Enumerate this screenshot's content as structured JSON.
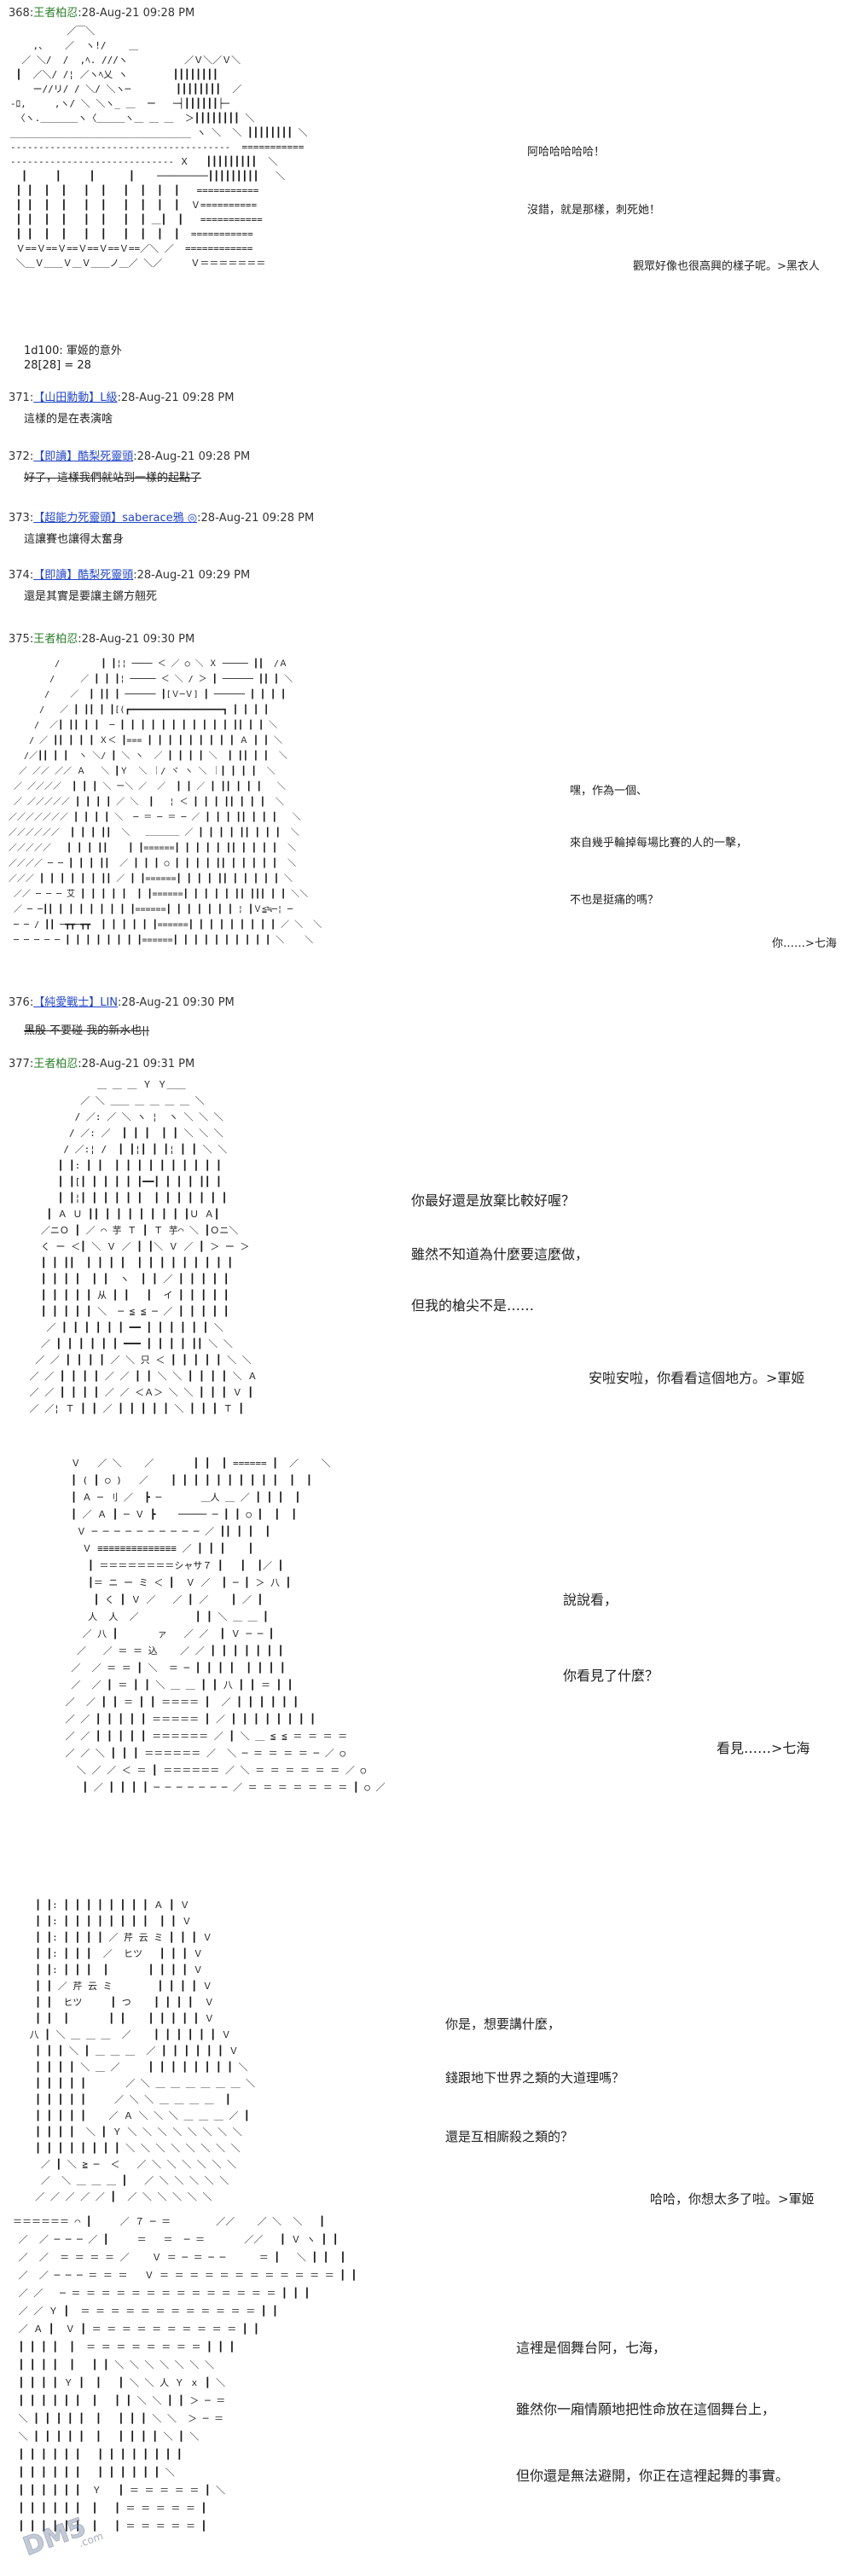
{
  "posts": [
    {
      "num": "368:",
      "name": "王者柏忍",
      "date": ":28-Aug-21 09:28 PM"
    },
    {
      "num": "371:",
      "name": "【山田勳動】L級",
      "date": ":28-Aug-21 09:28 PM",
      "body": "這樣的是在表演啥"
    },
    {
      "num": "372:",
      "name": "【即讀】酷梨死靈頭",
      "date": ":28-Aug-21 09:28 PM",
      "body": "好了，這樣我們就站到一樣的起點了"
    },
    {
      "num": "373:",
      "name": "【超能力死靈頭】",
      "trip": "saberace鴉 ◎",
      "date": ":28-Aug-21 09:28 PM",
      "body": "這讓賽也讓得太奮身"
    },
    {
      "num": "374:",
      "name": "【即讀】酷梨死靈頭",
      "date": ":28-Aug-21 09:29 PM",
      "body": "還是其實是要讓主鏘方翹死"
    },
    {
      "num": "375:",
      "name": "王者柏忍",
      "date": ":28-Aug-21 09:30 PM"
    },
    {
      "num": "376:",
      "name": "【純愛戰士】LIN",
      "date": ":28-Aug-21 09:30 PM",
      "body": "黑殷 不要碰 我的新水也¦¦"
    },
    {
      "num": "377:",
      "name": "王者柏忍",
      "date": ":28-Aug-21 09:31 PM"
    }
  ],
  "post368": {
    "dice": "1d100: 軍姬的意外",
    "dice_result": "28[28] = 28",
    "lines": [
      "阿哈哈哈哈哈！",
      "沒錯，就是那樣，刺死她！",
      "觀眾好像也很高興的樣子呢。>黑衣人"
    ]
  },
  "post375": {
    "lines": [
      "嘿，作為一個、",
      "來自幾乎輪掉每場比賽的人的一擊，",
      "不也是挺痛的嗎？",
      "你……>七海"
    ]
  },
  "post377": {
    "scene1": [
      "你最好還是放棄比較好喔？",
      "雖然不知道為什麼要這麼做，",
      "但我的槍尖不是……",
      "安啦安啦，你看看這個地方。>軍姬"
    ],
    "scene2": [
      "說說看，",
      "你看見了什麼？",
      "看見……>七海"
    ],
    "scene3": [
      "你是，想要講什麼，",
      "錢跟地下世界之類的大道理嗎？",
      "還是互相廝殺之類的？",
      "哈哈，你想太多了啦。>軍姬"
    ],
    "scene4": [
      "這裡是個舞台阿，七海，",
      "雖然你一廂情願地把性命放在這個舞台上，",
      "但你還是無法避開，你正在這裡起舞的事實。"
    ]
  },
  "aa_blocks": {
    "aa1": "          ／￣＼\n    ,、   ／  ヽ!/    ＿\n  ／ ＼/  /  ,ﾍ. ///ヽ          ／Ｖ＼／Ｖ＼\n ┃  ／＼/ /¦ ／ヽﾍ乂 ヽ        ┃┃┃┃┃┃┃┃\n    ー//リ/ / ＼/ ＼ヽ─        ┃┃┃┃┃┃┃┃  ／\n-ﾛ,     ,ヽ/ ＼ ＼ヽ_ ＿  ー   ─┤┃┃┃┃┃┃├─\n 〈ヽ.＿＿＿＿ヽ〈＿＿＿ヽ＿ ＿ ＿  ＞┃┃┃┃┃┃┃┃ ＼\n________________________________ ヽ ＼  ＼ ┃┃┃┃┃┃┃┃ ＼\n---------------------------------------  ===========\n----------------------------- Ｘ   ┃┃┃┃┃┃┃┃┃  ＼\n  ┃     ┃     ┃      ┃    ─────────┃┃┃┃┃┃┃┃┃   ＼\n ┃ ┃  ┃  ┃   ┃  ┃   ┃  ┃  ┃  ┃   ===========\n ┃ ┃  ┃  ┃   ┃  ┃   ┃  ┃  ┃  ┃  Ｖ==========\n ┃ ┃  ┃  ┃   ┃  ┃   ┃  ┃ ＿┃  ┃   ===========\n ┃ ┃  ┃  ┃   ┃  ┃   ┃  ┃  ┃  ┃  ===========\n Ｖ==Ｖ==Ｖ==Ｖ==Ｖ==Ｖ==／＼ ／  ============\n ＼＿Ｖ＿＿Ｖ＿Ｖ＿＿ノ＿／ ＼／     Ｖ＝＝＝＝＝＝＝",
    "aa2": "         /        ┃ ┃¦¦ ──── ＜ ／ ○ ＼ Ｘ ───── ┃┃  /Ａ\n        /     ／ ┃ ┃ ┃¦ ───── ＜ ＼ / ＞ ┃ ────── ┃┃ ┃ ＼\n       /    ／  ┃ ┃┃ ┃ ────── ┃[Ｖ─Ｖ] ┃ ────── ┃ ┃ ┃ ┃\n      /   ／ ┃ ┃┃ ┃ ┃[(┏━━━━━━━━━━━━━━━━━━┓ ┃ ┃ ┃ ┃\n     /  ／┃ ┃┃ ┃ ┃  ─ ┃ ┃ ┃ ┃ ┃ ┃ ┃ ┃ ┃ ┃ ┃ ┃┃ ┃ ┃ ＼\n    / ／ ┃┃ ┃ ┃ ┃ Ｘ＜ ┃=== ┃ ┃ ┃ ┃ ┃ ┃ ┃ ┃ ┃ Ａ ┃ ┃ ＼\n   /／┃┃ ┃ ┃  ヽ ＼/ ┃ ＼ ヽ  ／ ┃ ┃ ┃ ┃ ＼  ┃ ┃┃ ┃ ┃  ＼\n  ／ ／／ ／／ Ａ   ＼ ┃Ｙ  ＼ ｜/ ヾ ヽ ＼ ｜┃ ┃ ┃ ┃  ＼\n ／ ／／／／  ┃ ┃ ┃ ＼ ー＼ ／  ／  ┃ ┃ ／ ┃ ┃┃ ┃ ┃ ┃   ＼\n ／ ／／／／／ ┃ ┃ ┃ ┃ ／ ＼  ┃   ¦ ＜ ┃ ┃ ┃ ┃┃ ┃ ┃ ┃  ＼\n／／／／／／／ ┃ ┃ ┃ ┃ ＼  ─ ＝ ─ ＝ ─ ／ ┃ ┃ ┃ ┃┃ ┃ ┃ ┃   ＼\n／／／／／／  ┃ ┃ ┃ ┃┃  ＼   ＿＿＿＿ ／ ┃ ┃ ┃ ┃ ┃┃ ┃ ┃ ┃  ＼\n／／／／／   ┃ ┃ ┃ ┃┃    ┃ ┃======┃ ┃ ┃ ┃ ┃ ┃┃ ┃ ┃ ┃ ┃  ＼\n／／／／ ─ ─ ┃ ┃ ┃ ┃┃  ／ ┃ ┃ ┃ ○ ┃ ┃ ┃ ┃ ┃┃ ┃ ┃ ┃ ┃ ┃  ＼\n／／／ ┃ ┃ ┃ ┃ ┃ ┃ ┃┃ ／ ┃ ┃======┃ ┃ ┃ ┃ ┃┃ ┃ ┃ ┃ ┃ ┃ ＼\n ／／ ─ ─ ─ 艾 ┃ ┃ ┃ ┃ ┃  ┃ ┃======┃ ┃ ┃ ┃ ┃ ┃┃ ┃┃┃ ┃ ┃ ＼＼\n ／ ─ ─┃┃ ┃ ┃ ┃ ┃ ┃ ┃ ┃ ┃======┃ ┃ ┃ ┃ ┃ ┃ ┃ ¦ ┃Ｖ≦≒─¦ ─\n ─ ─ / ┃┃ ─┳┳─┳┳  ┃ ┃ ┃ ┃ ┃ ┃======┃ ┃ ┃ ┃ ┃ ┃ ┃ ┃ ┃ ／ ＼  ＼\n ─ ─ ─ ─ ─ ┃ ┃ ┃ ┃ ┃ ┃ ┃ ┃======┃ ┃ ┃ ┃ ┃ ┃ ┃ ┃ ┃ ┃ ＼    ＼",
    "aa3": "             ＿ ＿ ＿ Ｙ Ｙ＿＿\n          ／ ＼ ＿＿ ＿ ＿ ＿ ＿ ＼\n         / ／: ／ ＼ ヽ ¦  ヽ ＼ ＼ ＼\n        / ／: ／  ┃ ┃ ┃  ┃ ┃ ＼ ＼ ＼\n       / ／:¦ /  ┃ ┃¦┃ ┃ ┃¦ ┃ ┃ ＼ ＼\n      ┃ ┃: ┃ ┃  ┃ ┃ ┃ ┃ ┃ ┃ ┃ ┃ ┃ ┃\n      ┃ ┃[┃ ┃ ┃ ┃ ┃ ┃━━┃ ┃ ┃ ┃ ┃┃ ┃\n      ┃ ┃¦┃ ┃ ┃ ┃ ┃ ┃  ┃ ┃ ┃ ┃ ┃ ┃ ┃\n    ┃ Ａ Ｕ ┃┃ ┃ ┃ ┃ ┃ ┃ ┃ ┃ ┃Ｕ Ａ┃\n   ／ニＯ ┃ ／ ⌒ 芋 Ｔ ┃ Ｔ 芋⌒ ＼ ┃Ｏニ＼\n   く ー ＜┃ ＼ Ｖ ／ ┃ ┃＼ Ｖ ／ ┃ ＞ ー ＞\n   ┃ ┃ ┃┃  ┃ ┃ ┃ ┃  ┃ ┃ ┃ ┃ ┃ ┃ ┃ ┃ ┃\n   ┃ ┃ ┃ ┃  ┃ ┃  ヽ  ┃ ┃ ／ ┃ ┃ ┃ ┃ ┃\n   ┃ ┃ ┃ ┃ ┃ 从 ┃ ┃   ┃  イ ┃ ┃ ┃ ┃ ┃\n   ┃ ┃ ┃ ┃ ┃ ＼  ─ ≦ ≦ ─ ／ ┃ ┃ ┃ ┃ ┃\n    ／ ┃ ┃ ┃ ┃ ┃ ┃ ━━ ┃ ┃ ┃ ┃ ┃ ┃ ＼\n   ／ ┃ ┃ ┃ ┃ ┃ ┃ ━━━ ┃ ┃ ┃ ┃ ┃┃ ＼ ＼\n  ／ ／ ┃ ┃ ┃ ┃ ／ ＼ 只 ＜ ┃ ┃ ┃ ┃ ┃ ＼ ＼\n ／ ／ ┃ ┃ ┃ ┃ ／ ／ ┃ ┃ ＼ ＼ ┃ ┃ ┃ ┃ ＼ Ａ\n ／ ／ ┃ ┃ ┃ ┃ ／ ／ ＜Ａ＞ ＼ ＼ ┃ ┃ ┃ Ｖ ┃\n ／ ／¦ Ｔ ┃ ┃ ／ ┃ ┃ ┃ ┃ ┃ ＼ ┃ ┃ ┃ Ｔ ┃",
    "aa4": "  Ｖ   ／ ＼    ／       ┃ ┃  ┃ ====== ┃  ／    ＼\n  ┃ ( ┃ ○ )   ／    ┃ ┃ ┃ ┃ ┃ ┃ ┃ ┃ ┃ ┃  ┃  ┃\n  ┃ Ａ ─ 刂 ／  ┣ ─       ＿人 ＿ ／ ┃ ┃ ┃  ┃\n  ┃ ／ Ａ ┃ ─ Ｖ ┣    ───── ─ ┃ ┃ ○ ┃  ┃  ┃\n   Ｖ ─ ─ ─ ─ ─ ─ ─ ─ ─ ─ ／ ┃┃ ┃ ┃  ┃\n    Ｖ ≡≡≡≡≡≡≡≡≡≡≡≡≡≡ ／ ┃ ┃ ┃    ┃\n     ┃ ＝＝＝＝＝＝＝＝シャサ７ ┃   ┃  ┃／ ┃\n     ┃＝ ニ ー ミ ＜ ┃  Ｖ ／  ┃ ─ ┃ ＞ 八 ┃\n      ┃ く ┃ Ｖ ／   ／ ┃ ／    ┃ ／ ┃\n     人  人  ／          ┃ ┃ ＼ ＿ ＿ ┃\n    ／ 八 ┃       ァ   ／ ／  ┃ Ｖ ─ ─ ┃\n   ／   ／ ＝ ＝ 込    ／ ／ ┃ ┃ ┃ ┃ ┃ ┃ ┃\n  ／  ／ ＝ ＝ ┃ ＼  ＝ ─ ┃ ┃ ┃ ┃  ┃ ┃ ┃ ┃\n  ／  ／ ┃ ＝ ┃ ┃ ＼ ＿ ＿ ┃ ┃ 八 ┃ ┃ ＝ ┃ ┃\n ／  ／ ┃ ┃ ＝ ┃ ┃ ＝＝＝＝ ┃  ／ ┃ ┃ ┃ ┃ ┃ ┃\n ／ ／ ┃ ┃ ┃ ┃ ┃ ＝＝＝＝＝ ┃ ／ ┃ ┃ ┃ ┃ ┃ ┃ ┃ ┃\n ／ ／ ┃ ┃ ┃ ┃ ┃ ＝＝＝＝＝＝ ／ ┃ ＼ ＿ ≦ ≦ ＝ ＝ ＝ ＝\n ／ ／ ＼ ┃ ┃ ┃ ＝＝＝＝＝＝ ／  ＼ ─ ＝ ＝ ＝ ＝ ─ ／ ○\n   ＼ ／ ／ ＜ ＝ ┃ ＝＝＝＝＝＝ ／ ＼ ＝ ＝ ＝ ＝ ＝ ＝ ／ ○\n    ┃ ／ ┃ ┃ ┃ ┃ ─ ─ ─ ─ ─ ─ ─ ／ ＝ ＝ ＝ ＝ ＝ ＝ ＝ ┃ ○ ／",
    "aa5": "  ┃ ┃: ┃ ┃ ┃ ┃ ┃ ┃ ┃ ┃ Ａ ┃ Ｖ\n  ┃ ┃: ┃ ┃ ┃ ┃ ┃ ┃ ┃ ┃  ┃ ┃ Ｖ\n  ┃ ┃: ┃ ┃ ┃ ┃ ／ 芹 云 ミ ┃ ┃ ┃ Ｖ\n  ┃ ┃: ┃ ┃ ┃  ／  ヒツ   ┃ ┃ ┃ Ｖ\n  ┃ ┃: ┃ ┃ ┃  ┃       ┃ ┃ ┃ ┃ Ｖ\n  ┃ ┃ ／ 芹 云 ミ        ┃ ┃ ┃ ┃ Ｖ\n  ┃ ┃  ヒツ     ┃ つ    ┃ ┃ ┃ ┃  Ｖ\n  ┃ ┃  ┃       ┃ ┃    ┃ ┃ ┃ ┃ ┃ Ｖ\n 八 ┃ ＼ ＿ ＿ ＿  ／    ┃ ┃ ┃ ┃ ┃ ┃ Ｖ\n  ┃ ┃ ┃ ＼ ┃ ＿ ＿ ＿  ／ ┃ ┃ ┃ ┃ ┃ ┃ Ｖ\n  ┃ ┃ ┃ ┃ ＼ ＿ ／     ┃ ┃ ┃ ┃ ┃ ┃ ┃ ┃ ＼\n  ┃ ┃ ┃ ┃ ┃       ／ ＼ ＿ ＿ ＿ ＿ ＿ ＿ ＼\n  ┃ ┃ ┃ ┃ ┃     ／ ＼ ＼ ＿ ＿ ＿ ＿  ┃\n  ┃ ┃ ┃ ┃ ┃    ／ Ａ ＼ ＼ ＼ ＿ ＿ ＿ ／ ┃\n  ┃ ┃ ┃ ┃  ＼ ┃ Ｙ ＼ ＼ ＼ ＼ ＼ ＼ ＼ ＼\n  ┃ ┃ ┃ ┃ ┃ ┃ ┃ ┃ ＼ ＼ ＼ ＼ ＼ ＼ ＼ ＼\n   ／ ┃ ＼ ≧ ─  ＜   ／ ＼ ＼ ＼ ＼ ＼ ＼\n   ／  ＼ ＿ ＿ ＿ ┃   ／ ＼ ＼ ＼ ＼ ＼\n  ／ ／ ／ ／ ／ ┃  ／ ＼ ＼ ＼ ＼ ＼",
    "aa6": "＝＝＝＝＝＝ ⌒ ┃     ／ ７ ─ ＝        ／／    ／ ＼  ＼   ┃\n ／  ／ ─ ─ ─ ／ ┃     ＝   ＝  ─ ＝       ／／   ┃ Ｖ ヽ ┃ ┃\n ／  ／  ＝ ＝ ＝ ＝ ／    Ｖ ＝ ─ ＝ ─ ─      ＝ ┃   ＼ ┃ ┃  ┃\n ／  ／ ─ ─ ─ ＝ ＝ ＝   Ｖ ＝ ＝ ＝ ＝ ＝ ＝ ＝ ＝ ＝ ＝ ＝ ＝ ┃ ┃\n ／ ／   ─ ＝ ＝ ＝ ＝ ＝ ＝ ＝ ＝ ＝ ＝ ＝ ＝ ＝ ＝ ┃ ┃ ┃\n ／ ／ Ｙ ┃  ＝ ＝ ＝ ＝ ＝ ＝ ＝ ＝ ＝ ＝ ＝ ＝ ┃ ┃\n ／ Ａ ┃  Ｖ ┃ ＝ ＝ ＝ ＝ ＝ ＝ ＝ ＝ ＝ ＝ ┃ ┃\n ┃ ┃ ┃ ┃  ┃  ＝ ＝ ＝ ＝ ＝ ＝ ＝ ＝ ┃ ┃ ┃\n ┃ ┃ ┃ ┃  ┃   ┃ ┃ ＼ ＼ ＼ ＼ ＼ ＼ ＼\n ┃ ┃ ┃ ┃ Ｙ ┃  ┃   ┃ ＼ ＼ 人 Ｙ ｘ ┃ ＼\n ┃ ┃ ┃ ┃ ┃ ┃  ┃   ┃ ┃ ＼ ＼ ┃ ┃ ＞ ─ ＝\n ＼ ┃ ┃ ┃ ┃ ┃  ┃   ┃ ┃ ┃ ＼ ＼  ＞ ─ ＝\n ＼ ┃ ┃ ┃ ┃ ┃  ┃   ┃ ┃ ┃ ┃ ＼ ┃ ＼\n ┃ ┃ ┃ ┃ ┃ ┃   ┃ ┃ ┃ ┃ ┃ ┃ ┃ ┃\n ┃ ┃ ┃ ┃ ┃ ┃   ┃ ┃ ┃ ┃ ┃ ┃ ＼\n ┃ ┃ ┃ ┃ ┃ ┃  Ｙ   ┃ ＝ ＝ ＝ ＝ ＝ ┃ ＼\n ┃ ┃ ┃ ┃ ┃ ┃  ┃   ┃ ＝ ＝ ＝ ＝ ＝ ┃\n ┃ ┃ ┃ ┃ ┃ ┃  ┃   ┃ ＝ ＝ ＝ ＝ ＝ ┃"
  },
  "watermark": {
    "text": "DM5",
    "sub": ".com"
  }
}
